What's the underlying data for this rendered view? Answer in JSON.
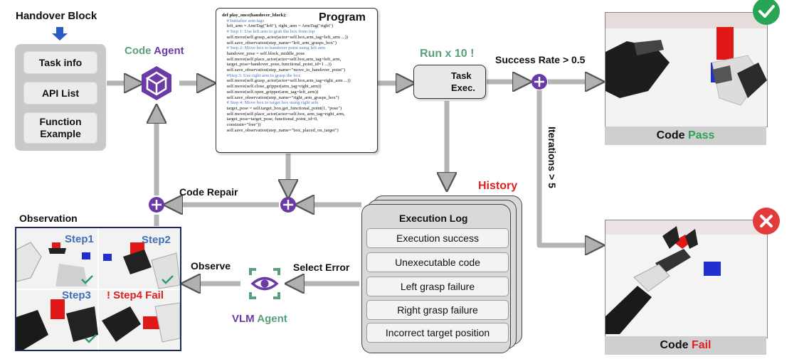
{
  "input_block": {
    "title": "Handover Block",
    "items": [
      "Task info",
      "API List",
      "Function Example"
    ]
  },
  "code_agent": {
    "label_part1": "Code",
    "label_part2": "Agent"
  },
  "program": {
    "title": "Program",
    "code": [
      "def play_once(handover_block):",
      "    # Initialize arm tags",
      "    left_arm = ArmTag(\"left\"), right_arm = ArmTag(\"right\")",
      "    # Step 1: Use left arm to grab the box from top",
      "    self.move(self.grasp_actor(actor=self.box,arm_tag=left_arm ...))",
      "    self.save_observation(step_name=\"left_arm_grasps_box\")",
      "    # Step 2: Move box to handover point using left arm",
      "    handover_pose = self.block_middle_pose",
      "    self.move(self.place_actor(actor=self.box,arm_tag=left_arm,",
      "    target_pose=handover_pose, functional_point_id=1 ...))",
      "    self.save_observation(step_name=\"move_to_handover_point\")",
      "    #Step 3: Use right arm to grasp the box",
      "    self.move(self.grasp_actor(actor=self.box,arm_tag=right_arm ...))",
      "    self.move(self.close_gripper(arm_tag=right_arm))",
      "    self.move(self.open_gripper(arm_tag=left_arm))",
      "    self.save_observation(step_name=\"right_arm_grasps_box\")",
      "    # Step 4: Move box to target box using right arm",
      "    target_pose = self.target_box.get_functional_point(1, \"pose\")",
      "    self.move(self.place_actor(actor=self.box, arm_tag=right_arm,",
      "    target_pose=target_pose, functional_point_id=0,",
      "    constrain=\"free\"))",
      "    self.save_observation(step_name=\"box_placed_on_target\")"
    ]
  },
  "run": {
    "label": "Run x 10 !",
    "task_exec": [
      "Task",
      "Exec."
    ]
  },
  "success_rate": "Success Rate > 0.5",
  "iterations": "Iterations > 5",
  "results": {
    "pass": {
      "prefix": "Code",
      "word": "Pass",
      "color": "#27a554"
    },
    "fail": {
      "prefix": "Code",
      "word": "Fail",
      "color": "#e02020"
    }
  },
  "history": {
    "label": "History",
    "log_title": "Execution Log",
    "items": [
      "Execution success",
      "Unexecutable code",
      "Left grasp failure",
      "Right grasp failure",
      "Incorrect target position"
    ]
  },
  "vlm_agent": {
    "label_part1": "VLM",
    "label_part2": "Agent"
  },
  "edges": {
    "select_error": "Select Error",
    "observe": "Observe",
    "code_repair": "Code Repair"
  },
  "observation": {
    "title": "Observation",
    "steps": [
      "Step1",
      "Step2",
      "Step3",
      "! Step4 Fail"
    ]
  },
  "colors": {
    "code_green": "#5a9f7b",
    "agent_purple": "#6a3aa6",
    "pass_green": "#27a554",
    "fail_red": "#e02020",
    "step_blue": "#3f6fb6",
    "arrow_gray": "#b5b5b5"
  }
}
